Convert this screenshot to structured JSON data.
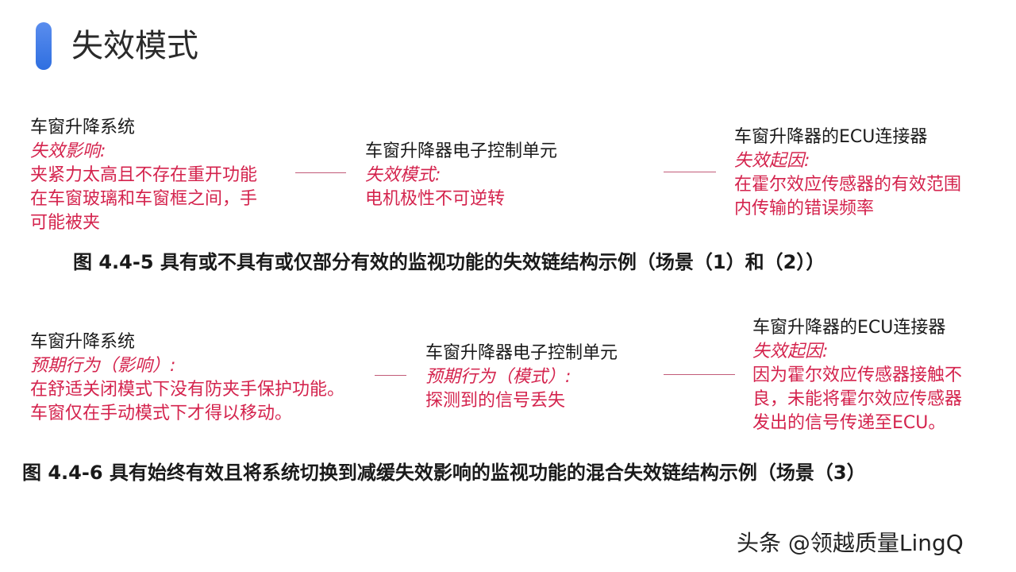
{
  "title": "失效模式",
  "diagram1": {
    "system": {
      "name": "车窗升降系统",
      "label": "失效影响:",
      "lines": [
        "夹紧力太高且不存在重开功能",
        "在车窗玻璃和车窗框之间，手",
        "可能被夹"
      ]
    },
    "ecu": {
      "name": "车窗升降器电子控制单元",
      "label": "失效模式:",
      "lines": [
        "电机极性不可逆转"
      ]
    },
    "connector": {
      "name": "车窗升降器的ECU连接器",
      "label": "失效起因:",
      "lines": [
        "在霍尔效应传感器的有效范围",
        "内传输的错误频率"
      ]
    },
    "caption": "图 4.4-5 具有或不具有或仅部分有效的监视功能的失效链结构示例（场景（1）和（2））"
  },
  "diagram2": {
    "system": {
      "name": "车窗升降系统",
      "label": "预期行为（影响）:",
      "lines": [
        "在舒适关闭模式下没有防夹手保护功能。",
        "车窗仅在手动模式下才得以移动。"
      ]
    },
    "ecu": {
      "name": "车窗升降器电子控制单元",
      "label": "预期行为（模式）:",
      "lines": [
        "探测到的信号丢失"
      ]
    },
    "connector": {
      "name": "车窗升降器的ECU连接器",
      "label": "失效起因:",
      "lines": [
        "因为霍尔效应传感器接触不",
        "良，未能将霍尔效应传感器",
        "发出的信号传递至ECU。"
      ]
    },
    "caption": "图  4.4-6 具有始终有效且将系统切换到减缓失效影响的监视功能的混合失效链结构示例（场景（3）"
  },
  "watermark": "头条 @领越质量LingQ",
  "colors": {
    "accent": "#2f6fe0",
    "highlight": "#d4234d",
    "text": "#1a1a1a"
  }
}
